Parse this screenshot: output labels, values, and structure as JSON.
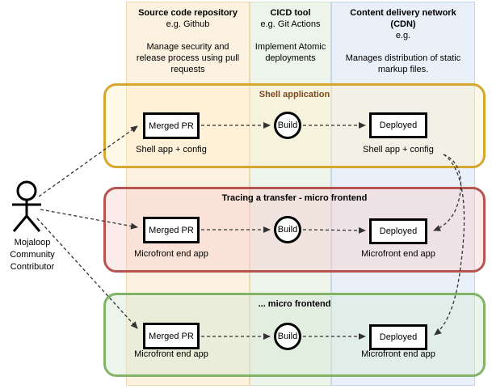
{
  "columns": [
    {
      "title": "Source code repository",
      "subtitle": "e.g. Github",
      "description": "Manage security and\nrelease process using pull\nrequests"
    },
    {
      "title": "CICD tool",
      "subtitle": "e.g. Git Actions",
      "description": "Implement Atomic\ndeployments"
    },
    {
      "title": "Content delivery network\n(CDN)",
      "subtitle": "e.g.",
      "description": "Manages distribution of static\nmarkup files."
    }
  ],
  "lanes": [
    {
      "title": "Shell application",
      "merged_label": "Merged PR",
      "build_label": "Build",
      "deployed_label": "Deployed",
      "source_caption": "Shell app + config",
      "cdn_caption": "Shell app + config"
    },
    {
      "title": "Tracing a transfer - micro frontend",
      "merged_label": "Merged PR",
      "build_label": "Build",
      "deployed_label": "Deployed",
      "source_caption": "Microfront end app",
      "cdn_caption": "Microfront end app"
    },
    {
      "title": "...  micro frontend",
      "merged_label": "Merged PR",
      "build_label": "Build",
      "deployed_label": "Deployed",
      "source_caption": "Microfront end app",
      "cdn_caption": "Microfront end app"
    }
  ],
  "actor": {
    "label": "Mojaloop\nCommunity\nContributor"
  },
  "colors": {
    "shell_lane_border": "#d6a730",
    "shell_lane_title": "#7c4a21",
    "tracing_lane_border": "#b85450",
    "micro_lane_border": "#82b366",
    "source_column_fill": "#fdf1e0",
    "cicd_column_fill": "#edf4ea",
    "cdn_column_fill": "#eaf0f9",
    "node_border": "#000000",
    "arrow": "#333333"
  }
}
